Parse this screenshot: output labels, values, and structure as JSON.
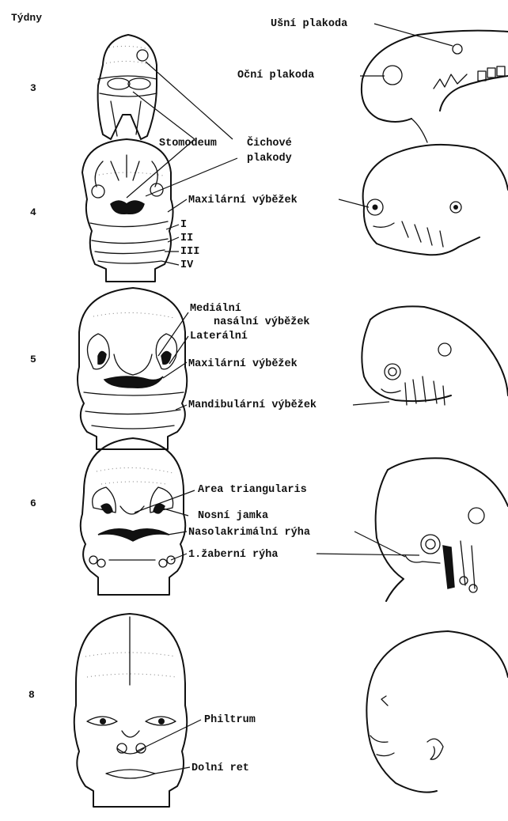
{
  "header": {
    "weeks_title": "Týdny"
  },
  "weeks": [
    "3",
    "4",
    "5",
    "6",
    "8"
  ],
  "labels": {
    "usni_plakoda": "Ušní plakoda",
    "ocni_plakoda": "Oční plakoda",
    "stomodeum": "Stomodeum",
    "cichove_1": "Čichové",
    "cichove_2": "plakody",
    "maxilarni_4": "Maxilární výběžek",
    "arch_I": "I",
    "arch_II": "II",
    "arch_III": "III",
    "arch_IV": "IV",
    "medialni_1": "Mediální",
    "medialni_2": "nasální výběžek",
    "lateralni": "Laterální",
    "maxilarni_5": "Maxilární výběžek",
    "mandibularni": "Mandibulární výběžek",
    "area_triangularis": "Area triangularis",
    "nosni_jamka": "Nosní jamka",
    "nasolakrimalni": "Nasolakrimální rýha",
    "zaberni": "1.žaberní rýha",
    "philtrum": "Philtrum",
    "dolni_ret": "Dolní ret"
  }
}
